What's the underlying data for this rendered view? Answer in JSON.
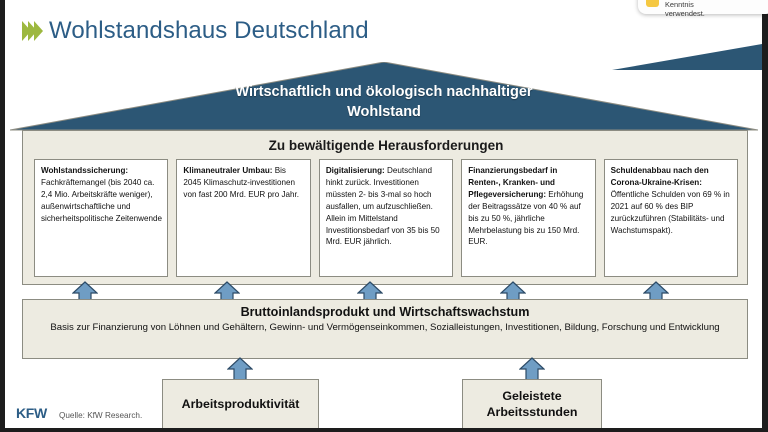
{
  "header": {
    "title": "Wohlstandshaus Deutschland",
    "chevron_icon": "triple-chevron-right-icon",
    "accent_color": "#2c5d86",
    "chevron_color": "#9db83f"
  },
  "toast": {
    "icon": "warning-badge-icon",
    "line1": "erhältst, wie es dich in Kenntnis",
    "line2": "verwendest."
  },
  "roof": {
    "line1": "Wirtschaftlich und ökologisch nachhaltiger",
    "line2": "Wohlstand",
    "fill_color": "#2c5674",
    "text_color": "#ffffff"
  },
  "challenges": {
    "heading": "Zu bewältigende Herausforderungen",
    "panel_color": "#edebe1",
    "boxes": [
      {
        "title": "Wohlstandssicherung:",
        "body": "Fachkräftemangel (bis 2040 ca. 2,4 Mio. Arbeitskräfte weniger), außenwirtschaftliche und sicherheitspolitische Zeitenwende"
      },
      {
        "title": "Klimaneutraler Umbau:",
        "body": "Bis 2045 Klimaschutz-investitionen von fast 200 Mrd. EUR pro Jahr."
      },
      {
        "title": "Digitalisierung:",
        "body": "Deutschland hinkt zurück. Investitionen müssten 2- bis 3-mal so hoch ausfallen, um aufzuschließen. Allein im Mittelstand Investitionsbedarf von 35 bis 50 Mrd. EUR jährlich."
      },
      {
        "title": "Finanzierungsbedarf in Renten-, Kranken- und Pflegeversicherung:",
        "body": "Erhöhung der Beitragssätze von 40 % auf bis zu 50 %, jährliche Mehrbelastung bis zu 150 Mrd. EUR."
      },
      {
        "title": "Schuldenabbau nach den Corona-Ukraine-Krisen:",
        "body": "Öffentliche Schulden von 69 % in 2021 auf 60 % des BIP zurückzuführen (Stabilitäts- und Wachstumspakt)."
      }
    ]
  },
  "gdp": {
    "title": "Bruttoinlandsprodukt und Wirtschaftswachstum",
    "subtitle": "Basis zur Finanzierung von Löhnen und Gehältern, Gewinn- und Vermögenseinkommen, Sozialleistungen, Investitionen, Bildung, Forschung und Entwicklung"
  },
  "foundations": [
    {
      "label": "Arbeitsproduktivität"
    },
    {
      "label": "Geleistete Arbeitsstunden"
    }
  ],
  "arrows": {
    "icon": "arrow-up-icon",
    "fill_color": "#6f9dc4",
    "stroke_color": "#2c4a66",
    "count_upper": 5,
    "count_lower": 2
  },
  "footer": {
    "logo": "KFW",
    "source": "Quelle: KfW Research."
  }
}
